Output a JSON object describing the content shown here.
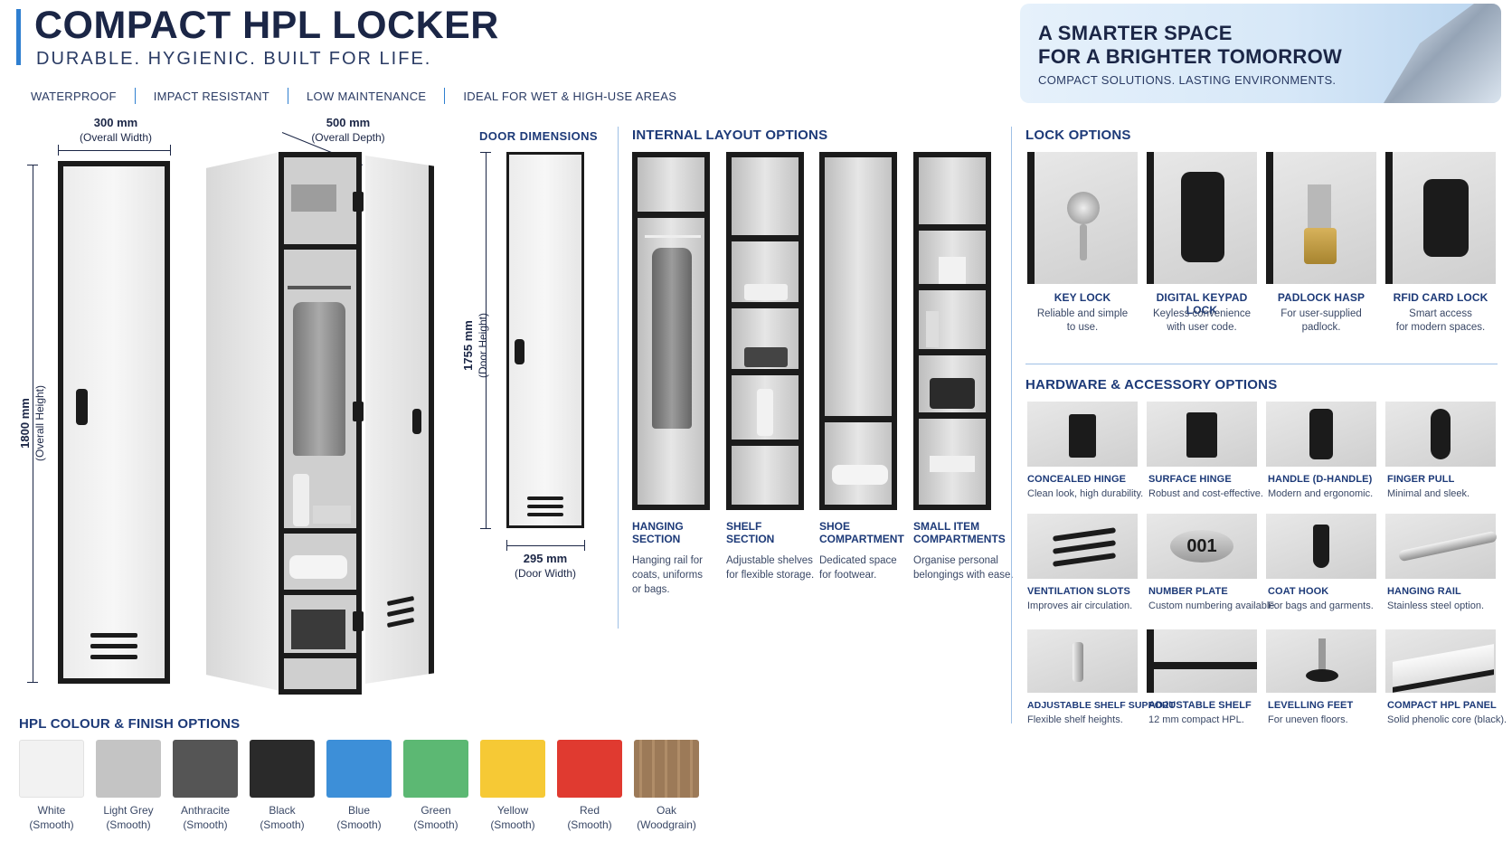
{
  "header": {
    "title": "COMPACT HPL LOCKER",
    "subtitle": "DURABLE. HYGIENIC. BUILT FOR LIFE.",
    "features": [
      "WATERPROOF",
      "IMPACT RESISTANT",
      "LOW MAINTENANCE",
      "IDEAL FOR WET & HIGH-USE AREAS"
    ]
  },
  "banner": {
    "line1": "A SMARTER SPACE",
    "line2": "FOR A BRIGHTER TOMORROW",
    "tagline": "COMPACT SOLUTIONS. LASTING ENVIRONMENTS."
  },
  "dimensions": {
    "width": "300 mm",
    "width_label": "(Overall Width)",
    "depth": "500 mm",
    "depth_label": "(Overall Depth)",
    "height": "1800 mm",
    "height_label": "(Overall Height)",
    "door_title": "DOOR DIMENSIONS",
    "door_height": "1755 mm",
    "door_height_label": "(Door Height)",
    "door_width": "295 mm",
    "door_width_label": "(Door Width)"
  },
  "internal_layout": {
    "title": "INTERNAL LAYOUT OPTIONS",
    "options": [
      {
        "label1": "HANGING",
        "label2": "SECTION",
        "desc": [
          "Hanging rail for",
          "coats, uniforms",
          "or bags."
        ]
      },
      {
        "label1": "SHELF",
        "label2": "SECTION",
        "desc": [
          "Adjustable shelves",
          "for flexible storage."
        ]
      },
      {
        "label1": "SHOE",
        "label2": "COMPARTMENT",
        "desc": [
          "Dedicated space",
          "for footwear."
        ]
      },
      {
        "label1": "SMALL ITEM",
        "label2": "COMPARTMENTS",
        "desc": [
          "Organise personal",
          "belongings with ease."
        ]
      }
    ]
  },
  "lock_options": {
    "title": "LOCK OPTIONS",
    "items": [
      {
        "label": "KEY LOCK",
        "desc": [
          "Reliable and simple",
          "to use."
        ],
        "icon": "key-lock-icon"
      },
      {
        "label": "DIGITAL KEYPAD LOCK",
        "desc": [
          "Keyless convenience",
          "with user code."
        ],
        "icon": "keypad-icon"
      },
      {
        "label": "PADLOCK HASP",
        "desc": [
          "For user-supplied",
          "padlock."
        ],
        "icon": "padlock-icon"
      },
      {
        "label": "RFID CARD LOCK",
        "desc": [
          "Smart access",
          "for modern spaces."
        ],
        "icon": "rfid-icon"
      }
    ]
  },
  "hardware": {
    "title": "HARDWARE & ACCESSORY OPTIONS",
    "items": [
      {
        "label": "CONCEALED HINGE",
        "desc": "Clean look, high durability."
      },
      {
        "label": "SURFACE HINGE",
        "desc": "Robust and cost-effective."
      },
      {
        "label": "HANDLE (D-HANDLE)",
        "desc": "Modern and ergonomic."
      },
      {
        "label": "FINGER PULL",
        "desc": "Minimal and sleek."
      },
      {
        "label": "VENTILATION SLOTS",
        "desc": "Improves air circulation."
      },
      {
        "label": "NUMBER PLATE",
        "desc": "Custom numbering available.",
        "plate_text": "001"
      },
      {
        "label": "COAT HOOK",
        "desc": "For bags and garments."
      },
      {
        "label": "HANGING RAIL",
        "desc": "Stainless steel option."
      },
      {
        "label": "ADJUSTABLE SHELF SUPPORT",
        "desc": "Flexible shelf heights."
      },
      {
        "label": "ADJUSTABLE SHELF",
        "desc": "12 mm compact HPL."
      },
      {
        "label": "LEVELLING FEET",
        "desc": "For uneven floors."
      },
      {
        "label": "COMPACT HPL PANEL",
        "desc": "Solid phenolic core (black)."
      }
    ]
  },
  "colours": {
    "title": "HPL COLOUR & FINISH OPTIONS",
    "items": [
      {
        "name": "White",
        "finish": "(Smooth)",
        "color": "#f2f2f2"
      },
      {
        "name": "Light Grey",
        "finish": "(Smooth)",
        "color": "#c4c4c4"
      },
      {
        "name": "Anthracite",
        "finish": "(Smooth)",
        "color": "#555555"
      },
      {
        "name": "Black",
        "finish": "(Smooth)",
        "color": "#2a2a2a"
      },
      {
        "name": "Blue",
        "finish": "(Smooth)",
        "color": "#3d8fd8"
      },
      {
        "name": "Green",
        "finish": "(Smooth)",
        "color": "#5cb873"
      },
      {
        "name": "Yellow",
        "finish": "(Smooth)",
        "color": "#f6c935"
      },
      {
        "name": "Red",
        "finish": "(Smooth)",
        "color": "#e03a30"
      },
      {
        "name": "Oak",
        "finish": "(Woodgrain)",
        "color": "#9c7a58"
      }
    ]
  }
}
